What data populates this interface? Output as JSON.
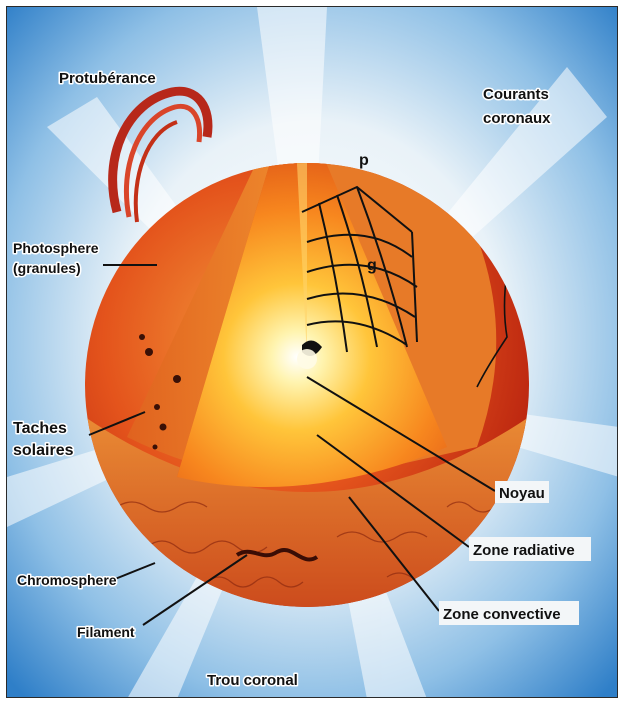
{
  "labels": {
    "protuberance": "Protubérance",
    "courants_line1": "Courants",
    "courants_line2": "coronaux",
    "photosphere_line1": "Photosphere",
    "photosphere_line2": "(granules)",
    "taches_line1": "Taches",
    "taches_line2": "solaires",
    "chromosphere": "Chromosphere",
    "filament": "Filament",
    "noyau": "Noyau",
    "zone_radiative": "Zone radiative",
    "zone_convective": "Zone convective",
    "trou_coronal": "Trou coronal",
    "mode_p": "p",
    "mode_g": "g"
  },
  "colors": {
    "sky_light": "#eef4f8",
    "sky_blue": "#3f8fd6",
    "sphere_outer": "#d8321a",
    "sphere_mid": "#f0781e",
    "core_glow": "#fff6c8",
    "convective_orange": "#e8671a"
  }
}
